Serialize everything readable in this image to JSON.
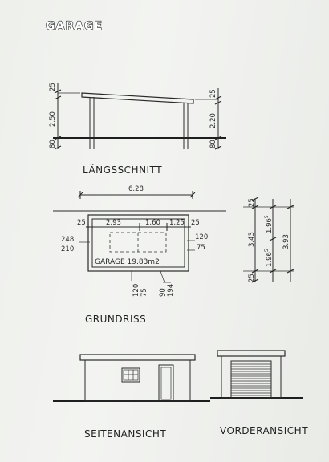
{
  "title": "GARAGE",
  "sections": {
    "laengsschnitt": "LÄNGSSCHNITT",
    "grundriss": "GRUNDRISS",
    "seitenansicht": "SEITENANSICHT",
    "vorderansicht": "VORDERANSICHT"
  },
  "laengsschnitt_dims": {
    "left_top": "25",
    "left_height": "2.50",
    "left_base": "80",
    "right_top": "25",
    "right_height": "2.20",
    "right_base": "80"
  },
  "grundriss_dims": {
    "overall": "6.28",
    "left_wall": "25",
    "seg1": "2.93",
    "seg2": "1.60",
    "seg3": "1.25",
    "right_wall": "25",
    "left_upper": "248",
    "left_lower": "210",
    "right_upper": "120",
    "right_lower": "75",
    "room_label": "GARAGE  19.83m2",
    "bottom_a_upper": "120",
    "bottom_a_lower": "75",
    "bottom_b_upper": "90",
    "bottom_b_lower": "194"
  },
  "side_dims": {
    "top": "25",
    "upper": "1.96",
    "upper_sup": "5",
    "mid": "3.43",
    "total": "3.93",
    "lower": "1.96",
    "lower_sup": "5",
    "bottom": "25"
  }
}
